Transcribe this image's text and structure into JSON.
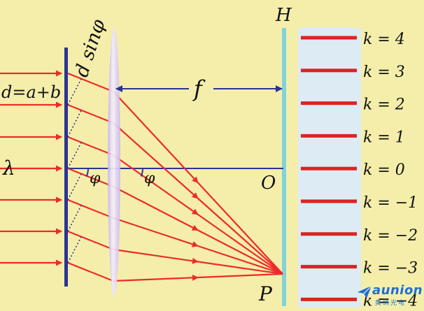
{
  "labels": {
    "screen": "H",
    "grating_formula": "d=a+b",
    "path_difference": "d sinφ",
    "focal_length": "f",
    "wavelength": "λ",
    "angle_1": "φ",
    "angle_2": "φ",
    "origin": "O",
    "point": "P"
  },
  "orders": [
    {
      "label": "k = 4"
    },
    {
      "label": "k = 3"
    },
    {
      "label": "k = 2"
    },
    {
      "label": "k = 1"
    },
    {
      "label": "k = 0"
    },
    {
      "label": "k = −1"
    },
    {
      "label": "k = −2"
    },
    {
      "label": "k = −3"
    },
    {
      "label": "k = −4"
    }
  ],
  "logo": {
    "main": "aunion",
    "sub": "奥纳光电"
  },
  "colors": {
    "background": "#f5eeab",
    "ray": "#ee2a2a",
    "grating": "#2a3593",
    "screen": "#7fd4d8",
    "panel": "#dcebf4",
    "fringe": "#dd2222"
  }
}
